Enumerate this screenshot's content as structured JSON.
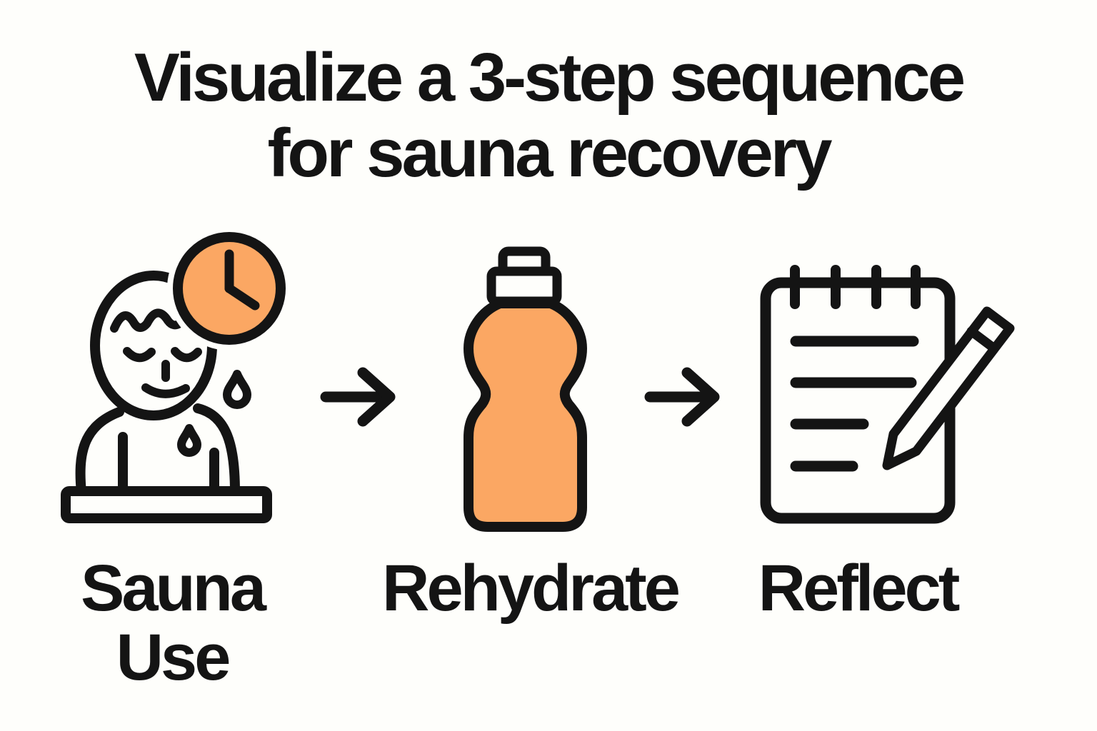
{
  "title": {
    "line1": "Visualize a 3-step sequence",
    "line2": "for sauna recovery"
  },
  "steps": [
    {
      "label": "Sauna Use",
      "icon": "sweating-person-with-clock-icon"
    },
    {
      "label": "Rehydrate",
      "icon": "water-bottle-icon"
    },
    {
      "label": "Reflect",
      "icon": "notepad-with-pencil-icon"
    }
  ],
  "arrows": [
    {
      "icon": "right-arrow-icon"
    },
    {
      "icon": "right-arrow-icon"
    }
  ],
  "colors": {
    "background": "#fefefb",
    "ink": "#141414",
    "accent_orange": "#fba763"
  }
}
